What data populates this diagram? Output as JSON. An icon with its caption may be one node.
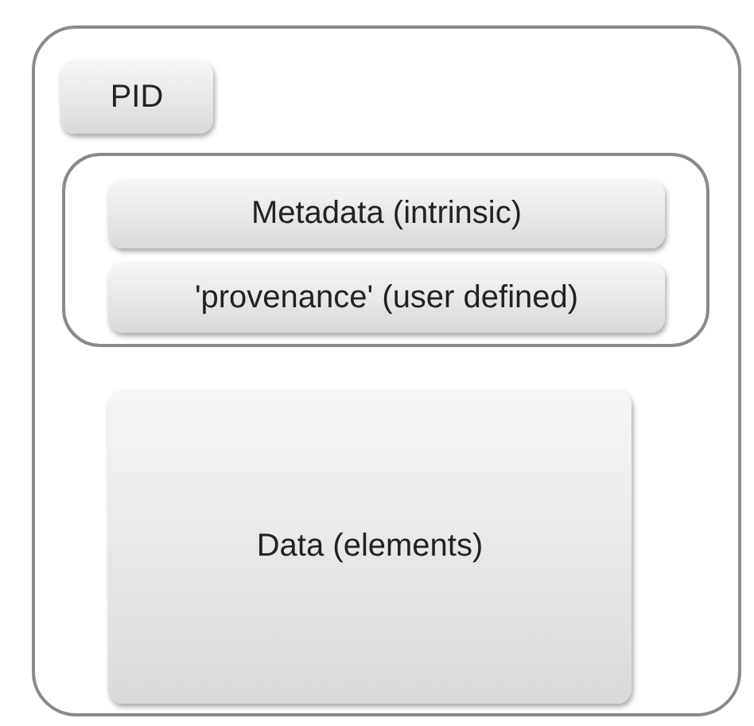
{
  "diagram": {
    "nodes": [
      {
        "text": [],
        "shape": "box"
      },
      {
        "text": [
          "PID"
        ],
        "in": 0
      },
      {
        "text": [],
        "shape": "box",
        "in": 0
      },
      {
        "text": [
          "Metadata (intrinsic)"
        ],
        "in": 2
      },
      {
        "text": [
          "'provenance' (user defined)"
        ],
        "in": 2
      },
      {
        "text": [
          "Data (elements)"
        ],
        "in": 0
      }
    ]
  }
}
